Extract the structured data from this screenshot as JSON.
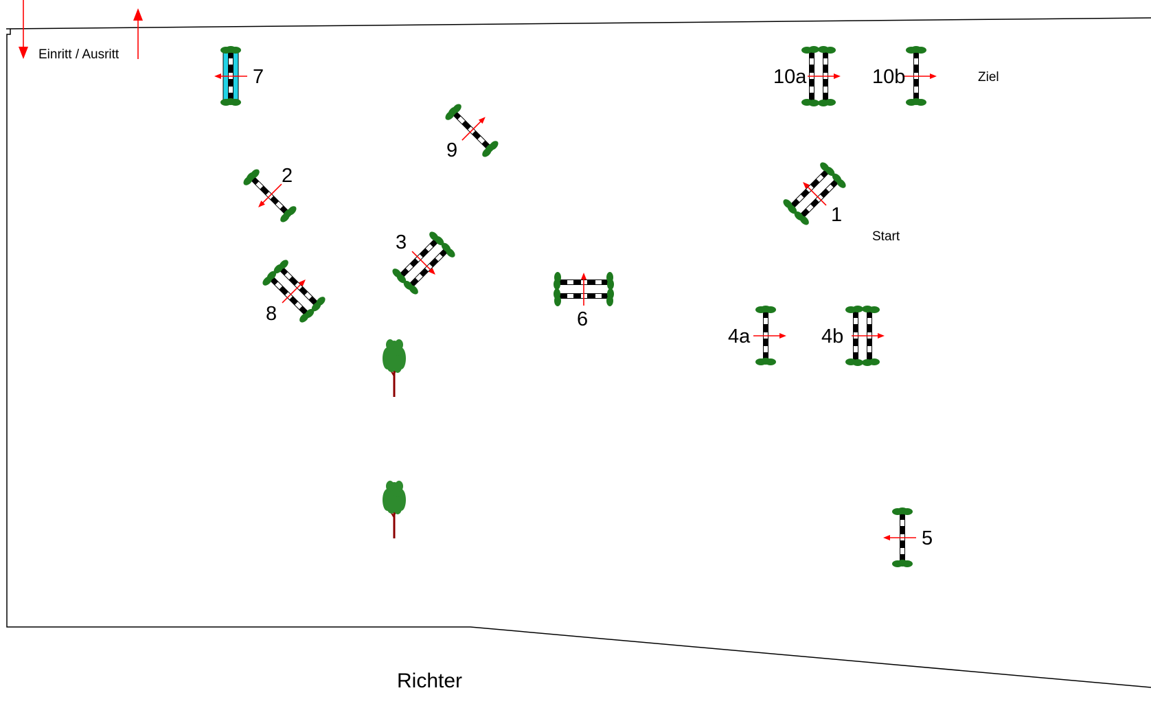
{
  "labels": {
    "entry_exit": "Einritt / Ausritt",
    "start": "Start",
    "finish": "Ziel",
    "judge": "Richter"
  },
  "obstacles": {
    "o1": "1",
    "o2": "2",
    "o3": "3",
    "o4a": "4a",
    "o4b": "4b",
    "o5": "5",
    "o6": "6",
    "o7": "7",
    "o8": "8",
    "o9": "9",
    "o10a": "10a",
    "o10b": "10b"
  },
  "colors": {
    "arena_line": "#000000",
    "direction_arrow": "#ff0000",
    "hedge": "#1e7a1e",
    "rail_dark": "#000000",
    "rail_light": "#ffffff",
    "water": "#22d3e6",
    "tree_trunk": "#8b0000",
    "tree_canopy": "#2e8b2e"
  },
  "icons": {
    "jump": "show-jump-icon",
    "tree": "tree-icon",
    "arrow": "direction-arrow-icon"
  }
}
